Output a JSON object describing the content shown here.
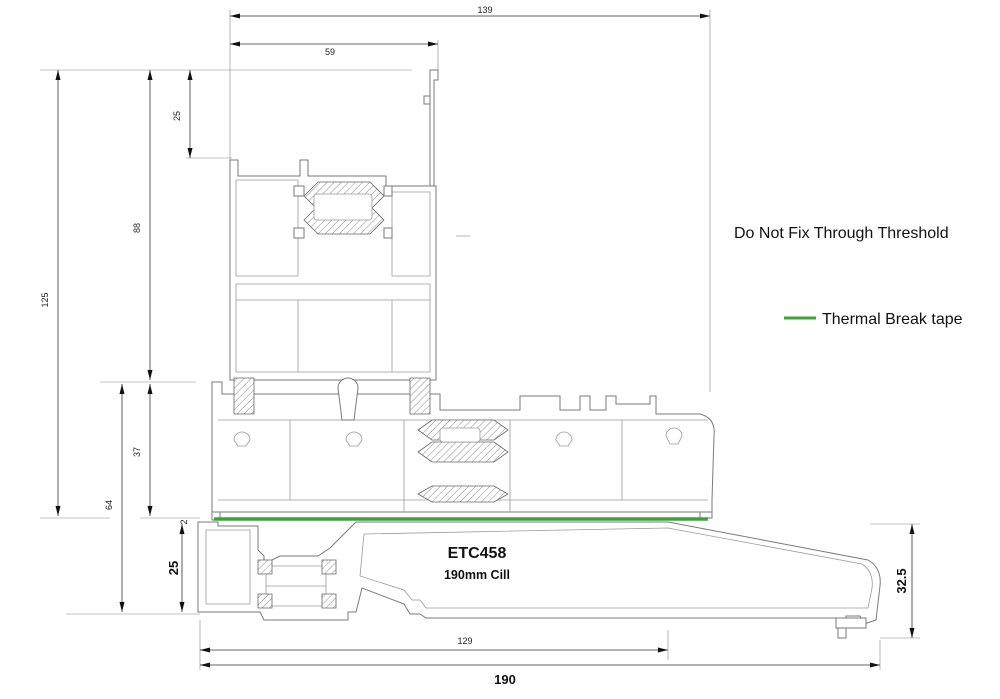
{
  "colors": {
    "thermal_break": "#3aa535",
    "profile_stroke": "#7a7a7a",
    "text": "#111111"
  },
  "dimensions": {
    "top_139": "139",
    "top_59": "59",
    "v_25_top": "25",
    "v_88": "88",
    "v_125": "125",
    "v_37": "37",
    "v_64": "64",
    "v_2": "2",
    "v_25_cill": "25",
    "v_32_5": "32.5",
    "h_129": "129",
    "h_190": "190"
  },
  "notes": {
    "fixing": "Do Not Fix Through Threshold",
    "legend_tape": "Thermal Break tape"
  },
  "cill": {
    "code": "ETC458",
    "description": "190mm Cill"
  }
}
